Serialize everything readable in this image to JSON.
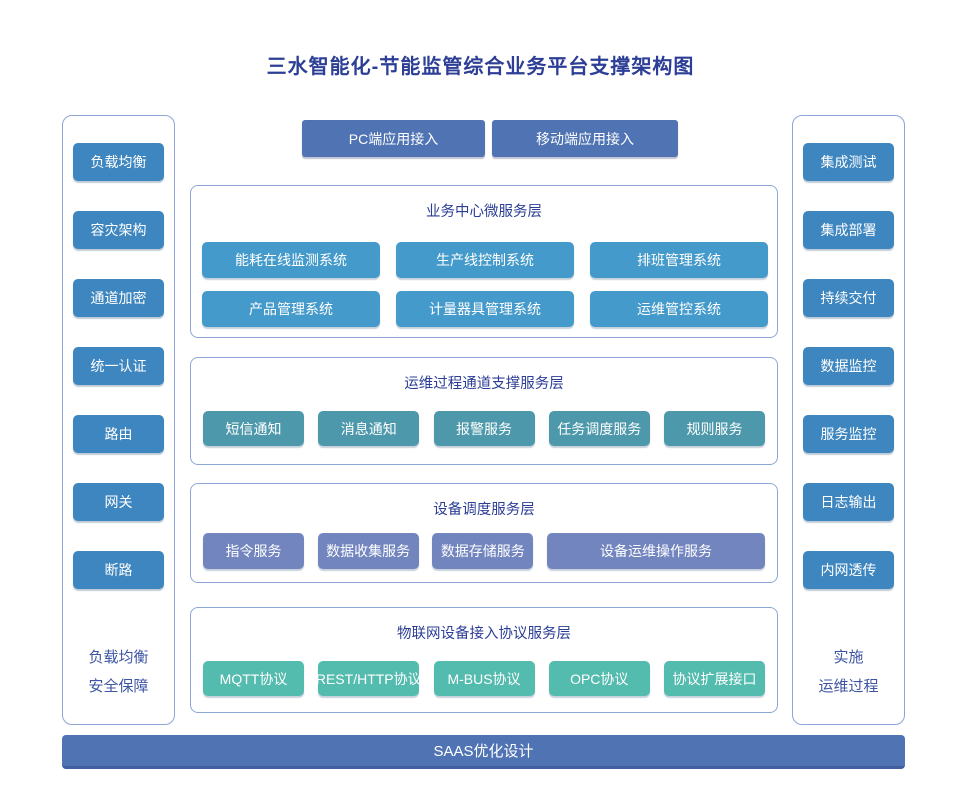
{
  "title": "三水智能化-节能监管综合业务平台支撑架构图",
  "access": {
    "pc_label": "PC端应用接入",
    "mobile_label": "移动端应用接入"
  },
  "left_panel": {
    "items": [
      "负载均衡",
      "容灾架构",
      "通道加密",
      "统一认证",
      "路由",
      "网关",
      "断路"
    ],
    "label_line1": "负载均衡",
    "label_line2": "安全保障"
  },
  "right_panel": {
    "items": [
      "集成测试",
      "集成部署",
      "持续交付",
      "数据监控",
      "服务监控",
      "日志输出",
      "内网透传"
    ],
    "label_line1": "实施",
    "label_line2": "运维过程"
  },
  "layers": [
    {
      "title": "业务中心微服务层",
      "items": [
        "能耗在线监测系统",
        "生产线控制系统",
        "排班管理系统",
        "产品管理系统",
        "计量器具管理系统",
        "运维管控系统"
      ]
    },
    {
      "title": "运维过程通道支撑服务层",
      "items": [
        "短信通知",
        "消息通知",
        "报警服务",
        "任务调度服务",
        "规则服务"
      ]
    },
    {
      "title": "设备调度服务层",
      "items": [
        "指令服务",
        "数据收集服务",
        "数据存储服务",
        "设备运维操作服务"
      ]
    },
    {
      "title": "物联网设备接入协议服务层",
      "items": [
        "MQTT协议",
        "REST/HTTP协议",
        "M-BUS协议",
        "OPC协议",
        "协议扩展接口"
      ]
    }
  ],
  "footer": {
    "label": "SAAS优化设计"
  },
  "colors": {
    "title_text": "#2c3e96",
    "side_button": "#3e86bf",
    "access_and_footer": "#4f73b3",
    "layer1_button": "#449aca",
    "layer2_button": "#4d99ab",
    "layer3_button": "#7285bf",
    "layer4_button": "#54bcae",
    "panel_border": "#8ca6d8",
    "side_label_text": "#3d55a3"
  }
}
